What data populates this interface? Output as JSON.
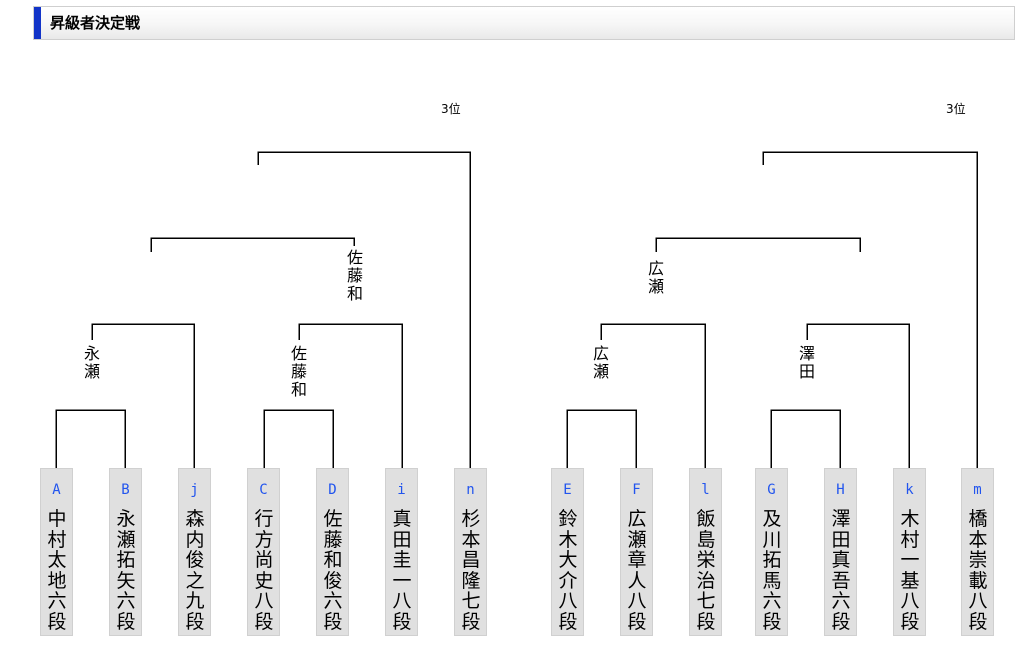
{
  "header": {
    "title": "昇級者決定戦"
  },
  "third_place_label": "3位",
  "players": [
    {
      "seed": "A",
      "name": "中村太地六段"
    },
    {
      "seed": "B",
      "name": "永瀬拓矢六段"
    },
    {
      "seed": "j",
      "name": "森内俊之九段"
    },
    {
      "seed": "C",
      "name": "行方尚史八段"
    },
    {
      "seed": "D",
      "name": "佐藤和俊六段"
    },
    {
      "seed": "i",
      "name": "真田圭一八段"
    },
    {
      "seed": "n",
      "name": "杉本昌隆七段"
    },
    {
      "seed": "E",
      "name": "鈴木大介八段"
    },
    {
      "seed": "F",
      "name": "広瀬章人八段"
    },
    {
      "seed": "l",
      "name": "飯島栄治七段"
    },
    {
      "seed": "G",
      "name": "及川拓馬六段"
    },
    {
      "seed": "H",
      "name": "澤田真吾六段"
    },
    {
      "seed": "k",
      "name": "木村一基八段"
    },
    {
      "seed": "m",
      "name": "橋本崇載八段"
    }
  ],
  "winners": {
    "left_r1": "永瀬",
    "left_r2a": "佐藤和",
    "left_r3": "佐藤和",
    "right_r2a": "広瀬",
    "right_r2b": "澤田",
    "right_r3": "広瀬"
  }
}
